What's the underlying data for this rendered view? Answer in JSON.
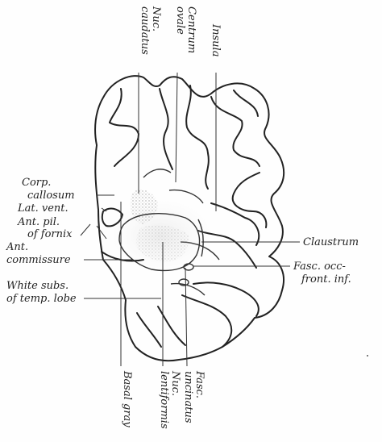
{
  "labels": {
    "nuc_caudatus_1": "Nuc.",
    "nuc_caudatus_2": "caudatus",
    "centrum_ovale_1": "Centrum",
    "centrum_ovale_2": "ovale",
    "insula": "Insula",
    "corp_callosum_1": "Corp.",
    "corp_callosum_2": "callosum",
    "lat_vent": "Lat. vent.",
    "ant_pil_1": "Ant. pil.",
    "ant_pil_2": "of fornix",
    "ant_comm_1": "Ant.",
    "ant_comm_2": "commissure",
    "white_subs_1": "White subs.",
    "white_subs_2": "of temp. lobe",
    "claustrum": "Claustrum",
    "fasc_occ_1": "Fasc. occ-",
    "fasc_occ_2": "front. inf.",
    "basal_gray": "Basal gray",
    "nuc_lentiformis_1": "Nuc.",
    "nuc_lentiformis_2": "lentiformis",
    "fasc_uncinatus_1": "Fasc.",
    "fasc_uncinatus_2": "uncinatus"
  }
}
